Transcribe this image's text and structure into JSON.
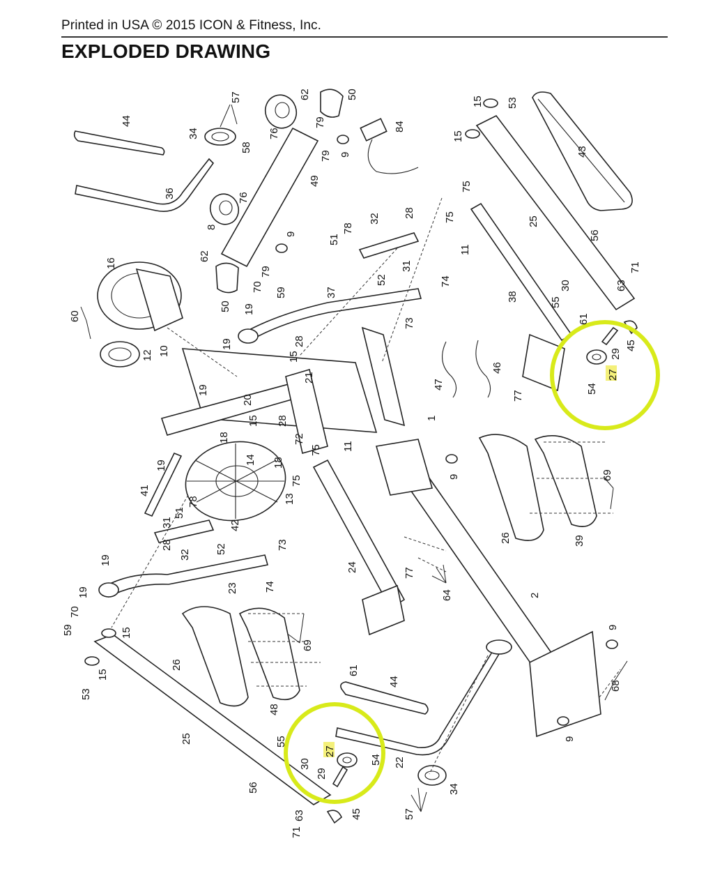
{
  "header": {
    "printed_line": "Printed in USA © 2015 ICON & Fitness, Inc.",
    "title": "EXPLODED DRAWING"
  },
  "colors": {
    "highlight_circle": "#d8ea1a",
    "highlight_label_bg": "#f4f07a",
    "line_art": "#222222"
  },
  "highlighted_part": "27",
  "part_labels": [
    {
      "id": "l57a",
      "text": "57"
    },
    {
      "id": "l62a",
      "text": "62"
    },
    {
      "id": "l50a",
      "text": "50"
    },
    {
      "id": "l44a",
      "text": "44"
    },
    {
      "id": "l34a",
      "text": "34"
    },
    {
      "id": "l76a",
      "text": "76"
    },
    {
      "id": "l79a",
      "text": "79"
    },
    {
      "id": "l58",
      "text": "58"
    },
    {
      "id": "l9a",
      "text": "9"
    },
    {
      "id": "l79b",
      "text": "79"
    },
    {
      "id": "l84",
      "text": "84"
    },
    {
      "id": "l15a",
      "text": "15"
    },
    {
      "id": "l53a",
      "text": "53"
    },
    {
      "id": "l15b",
      "text": "15"
    },
    {
      "id": "l43",
      "text": "43"
    },
    {
      "id": "l36",
      "text": "36"
    },
    {
      "id": "l49",
      "text": "49"
    },
    {
      "id": "l76b",
      "text": "76"
    },
    {
      "id": "l8a",
      "text": "8"
    },
    {
      "id": "l75a",
      "text": "75"
    },
    {
      "id": "l25a",
      "text": "25"
    },
    {
      "id": "l28a",
      "text": "28"
    },
    {
      "id": "l78a",
      "text": "78"
    },
    {
      "id": "l32a",
      "text": "32"
    },
    {
      "id": "l51a",
      "text": "51"
    },
    {
      "id": "l75b",
      "text": "75"
    },
    {
      "id": "l9b",
      "text": "9"
    },
    {
      "id": "l62b",
      "text": "62"
    },
    {
      "id": "l11a",
      "text": "11"
    },
    {
      "id": "l31a",
      "text": "31"
    },
    {
      "id": "l56a",
      "text": "56"
    },
    {
      "id": "l16",
      "text": "16"
    },
    {
      "id": "l79c",
      "text": "79"
    },
    {
      "id": "l52a",
      "text": "52"
    },
    {
      "id": "l74a",
      "text": "74"
    },
    {
      "id": "l71a",
      "text": "71"
    },
    {
      "id": "l70a",
      "text": "70"
    },
    {
      "id": "l59a",
      "text": "59"
    },
    {
      "id": "l38",
      "text": "38"
    },
    {
      "id": "l30a",
      "text": "30"
    },
    {
      "id": "l63a",
      "text": "63"
    },
    {
      "id": "l50b",
      "text": "50"
    },
    {
      "id": "l19a",
      "text": "19"
    },
    {
      "id": "l37",
      "text": "37"
    },
    {
      "id": "l55a",
      "text": "55"
    },
    {
      "id": "l61a",
      "text": "61"
    },
    {
      "id": "l60",
      "text": "60"
    },
    {
      "id": "l73a",
      "text": "73"
    },
    {
      "id": "l45a",
      "text": "45"
    },
    {
      "id": "l19b",
      "text": "19"
    },
    {
      "id": "l28b",
      "text": "28"
    },
    {
      "id": "l15c",
      "text": "15"
    },
    {
      "id": "l29a",
      "text": "29"
    },
    {
      "id": "l10",
      "text": "10"
    },
    {
      "id": "l12",
      "text": "12"
    },
    {
      "id": "l21",
      "text": "21"
    },
    {
      "id": "l47",
      "text": "47"
    },
    {
      "id": "l46",
      "text": "46"
    },
    {
      "id": "l54a",
      "text": "54"
    },
    {
      "id": "l27a",
      "text": "27"
    },
    {
      "id": "l77a",
      "text": "77"
    },
    {
      "id": "l19c",
      "text": "19"
    },
    {
      "id": "l20",
      "text": "20"
    },
    {
      "id": "l15d",
      "text": "15"
    },
    {
      "id": "l28c",
      "text": "28"
    },
    {
      "id": "l1",
      "text": "1"
    },
    {
      "id": "l72",
      "text": "72"
    },
    {
      "id": "l18a",
      "text": "18"
    },
    {
      "id": "l11b",
      "text": "11"
    },
    {
      "id": "l75c",
      "text": "75"
    },
    {
      "id": "l14",
      "text": "14"
    },
    {
      "id": "l18b",
      "text": "18"
    },
    {
      "id": "l9c",
      "text": "9"
    },
    {
      "id": "l19d",
      "text": "19"
    },
    {
      "id": "l75d",
      "text": "75"
    },
    {
      "id": "l69a",
      "text": "69"
    },
    {
      "id": "l41",
      "text": "41"
    },
    {
      "id": "l13",
      "text": "13"
    },
    {
      "id": "l78b",
      "text": "78"
    },
    {
      "id": "l51b",
      "text": "51"
    },
    {
      "id": "l42",
      "text": "42"
    },
    {
      "id": "l31b",
      "text": "31"
    },
    {
      "id": "l26a",
      "text": "26"
    },
    {
      "id": "l39",
      "text": "39"
    },
    {
      "id": "l28d",
      "text": "28"
    },
    {
      "id": "l52b",
      "text": "52"
    },
    {
      "id": "l73b",
      "text": "73"
    },
    {
      "id": "l32b",
      "text": "32"
    },
    {
      "id": "l19e",
      "text": "19"
    },
    {
      "id": "l24",
      "text": "24"
    },
    {
      "id": "l77b",
      "text": "77"
    },
    {
      "id": "l23",
      "text": "23"
    },
    {
      "id": "l74b",
      "text": "74"
    },
    {
      "id": "l64",
      "text": "64"
    },
    {
      "id": "l19f",
      "text": "19"
    },
    {
      "id": "l2",
      "text": "2"
    },
    {
      "id": "l70b",
      "text": "70"
    },
    {
      "id": "l59b",
      "text": "59"
    },
    {
      "id": "l15e",
      "text": "15"
    },
    {
      "id": "l69b",
      "text": "69"
    },
    {
      "id": "l9d",
      "text": "9"
    },
    {
      "id": "l26b",
      "text": "26"
    },
    {
      "id": "l61b",
      "text": "61"
    },
    {
      "id": "l53b",
      "text": "53"
    },
    {
      "id": "l15f",
      "text": "15"
    },
    {
      "id": "l44b",
      "text": "44"
    },
    {
      "id": "l68",
      "text": "68"
    },
    {
      "id": "l48",
      "text": "48"
    },
    {
      "id": "l25b",
      "text": "25"
    },
    {
      "id": "l55b",
      "text": "55"
    },
    {
      "id": "l27b",
      "text": "27"
    },
    {
      "id": "l30b",
      "text": "30"
    },
    {
      "id": "l54b",
      "text": "54"
    },
    {
      "id": "l22",
      "text": "22"
    },
    {
      "id": "l9e",
      "text": "9"
    },
    {
      "id": "l29b",
      "text": "29"
    },
    {
      "id": "l56b",
      "text": "56"
    },
    {
      "id": "l34b",
      "text": "34"
    },
    {
      "id": "l63b",
      "text": "63"
    },
    {
      "id": "l45b",
      "text": "45"
    },
    {
      "id": "l57b",
      "text": "57"
    },
    {
      "id": "l71b",
      "text": "71"
    }
  ]
}
